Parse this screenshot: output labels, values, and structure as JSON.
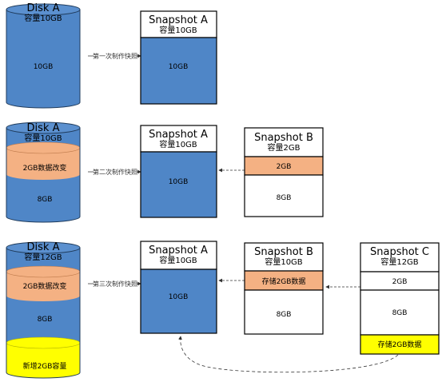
{
  "colors": {
    "blue": "#4f86c7",
    "orange": "#f4b183",
    "yellow": "#ffff00",
    "white": "#ffffff"
  },
  "row1": {
    "disk": {
      "title": "Disk A",
      "capacity": "容量10GB",
      "body": "10GB"
    },
    "arrow_label": "第一次制作快照",
    "snapshot_a": {
      "title": "Snapshot A",
      "capacity": "容量10GB",
      "body": "10GB"
    }
  },
  "row2": {
    "disk": {
      "title": "Disk A",
      "capacity": "容量10GB",
      "changed": "2GB数据改变",
      "remaining": "8GB"
    },
    "arrow_label": "第二次制作快照",
    "snapshot_a": {
      "title": "Snapshot A",
      "capacity": "容量10GB",
      "body": "10GB"
    },
    "snapshot_b": {
      "title": "Snapshot B",
      "capacity": "容量2GB",
      "seg1": "2GB",
      "seg2": "8GB"
    }
  },
  "row3": {
    "disk": {
      "title": "Disk A",
      "capacity": "容量12GB",
      "changed": "2GB数据改变",
      "middle": "8GB",
      "added": "新增2GB容量"
    },
    "arrow_label": "第三次制作快照",
    "snapshot_a": {
      "title": "Snapshot A",
      "capacity": "容量10GB",
      "body": "10GB"
    },
    "snapshot_b": {
      "title": "Snapshot B",
      "capacity": "容量10GB",
      "seg1": "存储2GB数据",
      "seg2": "8GB"
    },
    "snapshot_c": {
      "title": "Snapshot C",
      "capacity": "容量12GB",
      "seg1": "2GB",
      "seg2": "8GB",
      "seg3": "存储2GB数据"
    }
  }
}
